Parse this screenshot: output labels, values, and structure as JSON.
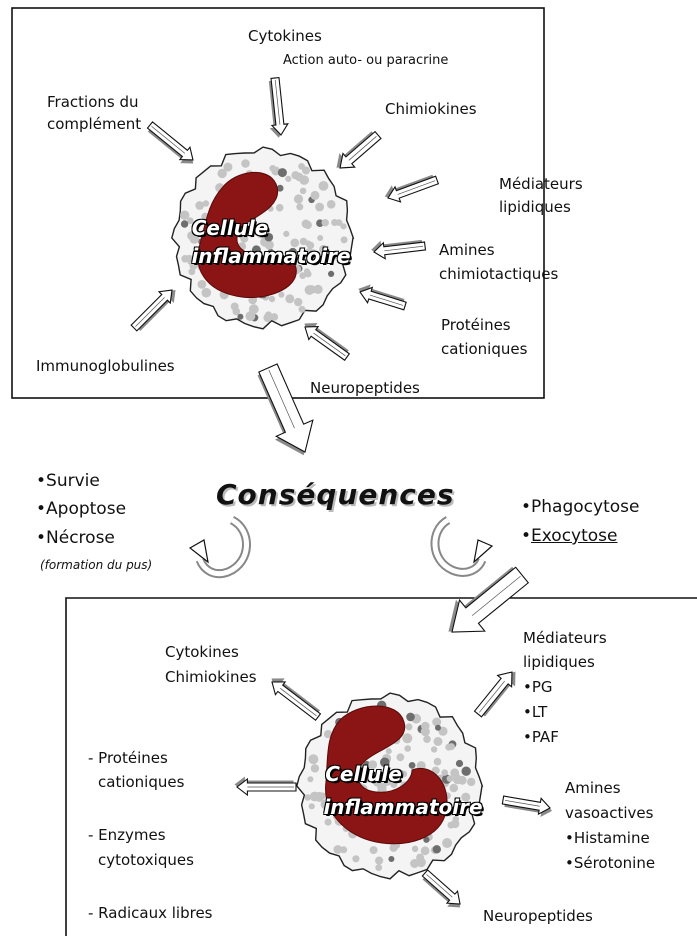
{
  "top_panel": {
    "cytokines": "Cytokines",
    "action": "Action auto- ou paracrine",
    "fractions_line1": "Fractions du",
    "fractions_line2": "complément",
    "chimiokines": "Chimiokines",
    "mediateurs_line1": "Médiateurs",
    "mediateurs_line2": "lipidiques",
    "amines_line1": "Amines",
    "amines_line2": "chimiotactiques",
    "proteines_line1": "Protéines",
    "proteines_line2": "cationiques",
    "immunoglobulines": "Immunoglobulines",
    "neuropeptides": "Neuropeptides",
    "cell_line1": "Cellule",
    "cell_line2": "inflammatoire"
  },
  "middle": {
    "title": "Conséquences",
    "left_items": [
      "•Survie",
      "•Apoptose",
      "•Nécrose"
    ],
    "left_note": "(formation du pus)",
    "right_item1": "•Phagocytose",
    "right_item2_bullet": "•",
    "right_item2": "Exocytose"
  },
  "bottom_panel": {
    "cytokines": "Cytokines",
    "chimiokines": "Chimiokines",
    "mediateurs_line1": "Médiateurs",
    "mediateurs_line2": "lipidiques",
    "mediateurs_items": [
      "•PG",
      "•LT",
      "•PAF"
    ],
    "proteines_line1": "- Protéines",
    "proteines_line2": "cationiques",
    "enzymes_line1": "- Enzymes",
    "enzymes_line2": "cytotoxiques",
    "radicaux": "- Radicaux libres",
    "amines_line1": "Amines",
    "amines_line2": "vasoactives",
    "amines_items": [
      "•Histamine",
      "•Sérotonine"
    ],
    "neuropeptides": "Neuropeptides",
    "cell_line1": "Cellule",
    "cell_line2": "inflammatoire"
  },
  "colors": {
    "nucleus": "#8b1414",
    "granule_light": "#c4c4c4",
    "granule_dark": "#6e6e6e",
    "arrow_shadow": "#8a8a8a"
  }
}
